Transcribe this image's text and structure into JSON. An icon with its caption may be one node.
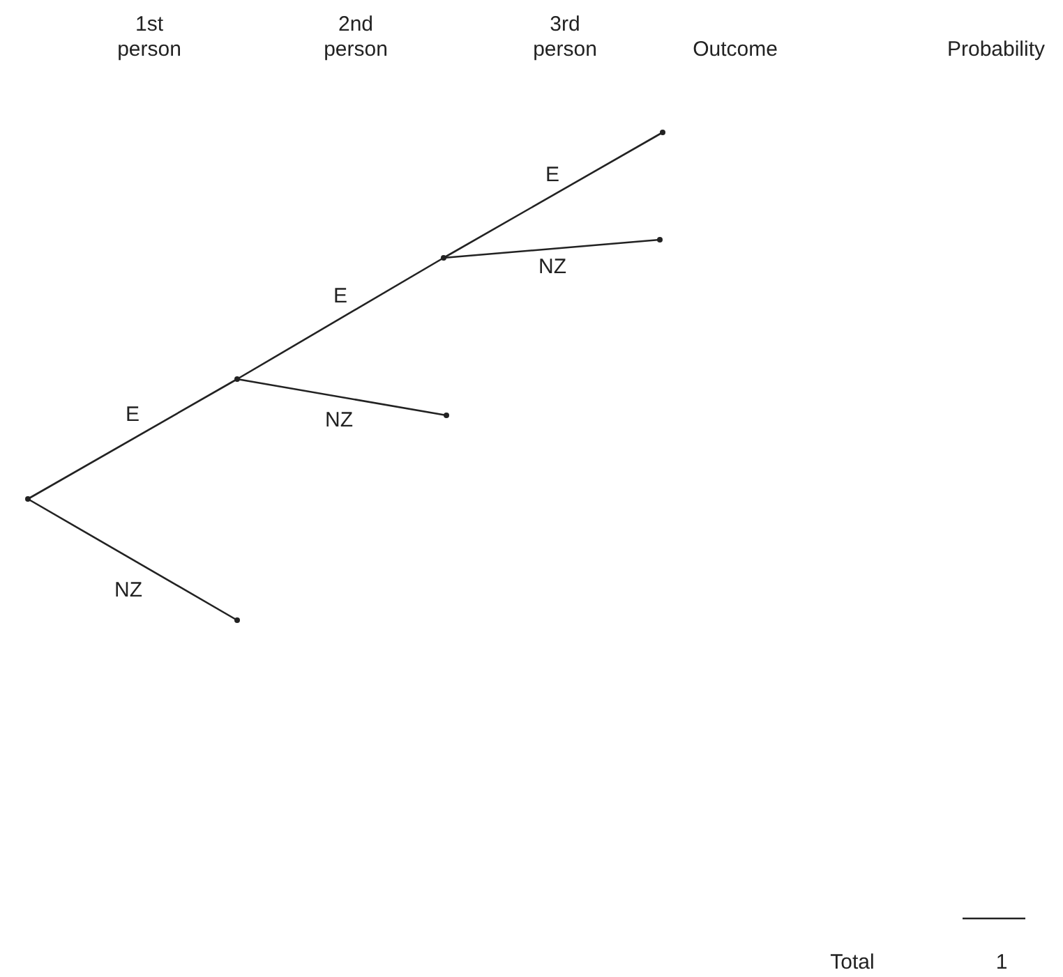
{
  "diagram": {
    "nodes": [
      {
        "text": [],
        "shape": "point"
      },
      {
        "text": [],
        "shape": "point"
      },
      {
        "text": [],
        "shape": "point"
      },
      {
        "text": [],
        "shape": "point"
      },
      {
        "text": [],
        "shape": "point"
      },
      {
        "text": [],
        "shape": "point"
      },
      {
        "text": [],
        "shape": "point"
      }
    ],
    "edges": [
      {
        "from": 0,
        "to": 1,
        "arrow": "none",
        "label": "E"
      },
      {
        "from": 0,
        "to": 6,
        "arrow": "none",
        "label": "NZ"
      },
      {
        "from": 1,
        "to": 2,
        "arrow": "none",
        "label": "E"
      },
      {
        "from": 1,
        "to": 5,
        "arrow": "none",
        "label": "NZ"
      },
      {
        "from": 2,
        "to": 3,
        "arrow": "none",
        "label": "E"
      },
      {
        "from": 2,
        "to": 4,
        "arrow": "none",
        "label": "NZ"
      }
    ],
    "labels": [
      "1st person",
      "2nd person",
      "3rd person",
      "Outcome",
      "Probability",
      "Total",
      "1"
    ]
  }
}
